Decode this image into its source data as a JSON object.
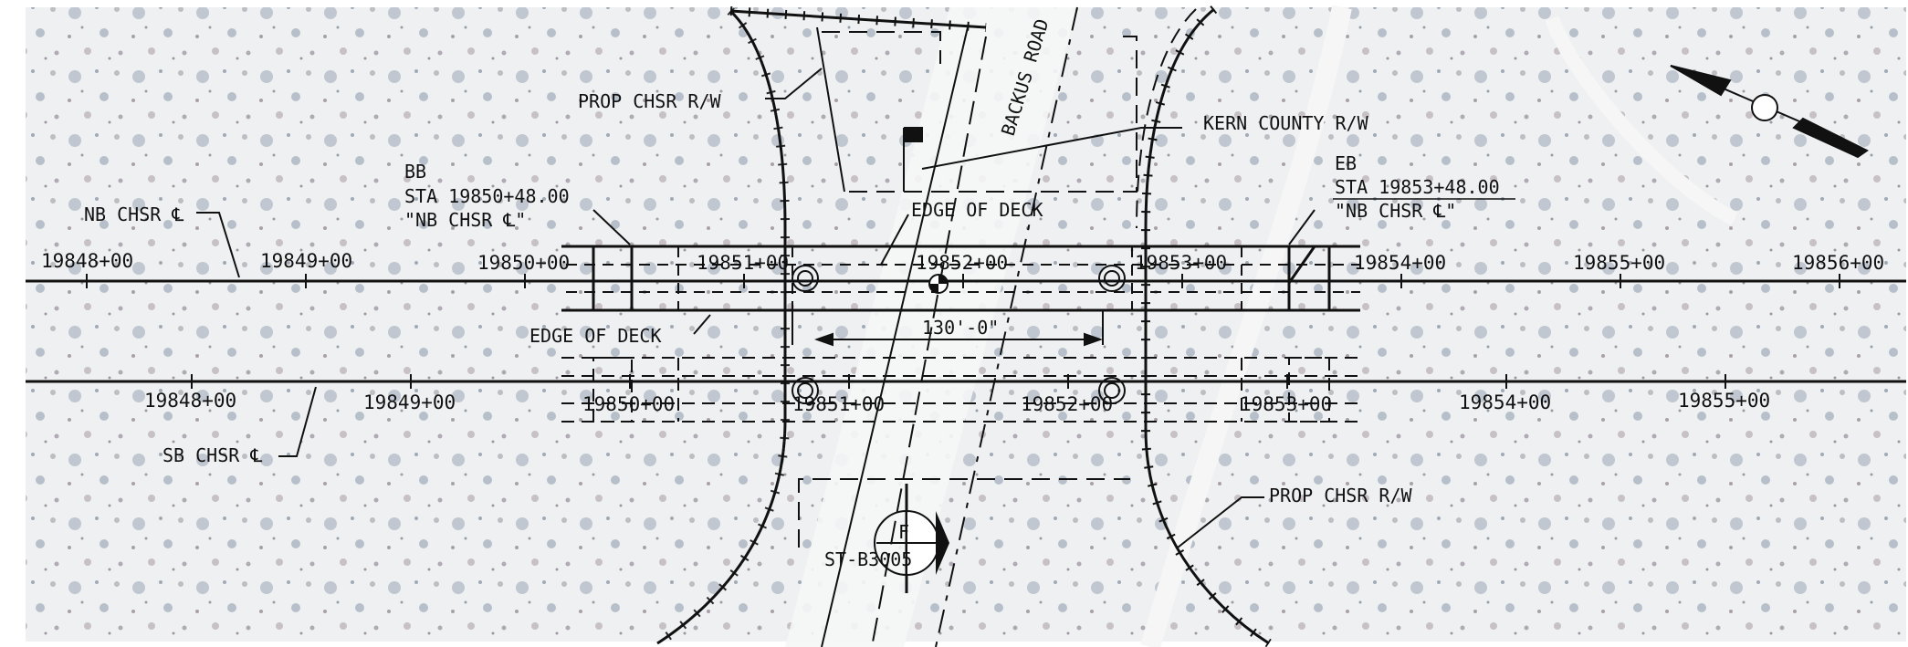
{
  "plan": {
    "backus_road": "BACKUS ROAD",
    "kern_county_rw": "KERN COUNTY R/W",
    "prop_chsr_rw_top": "PROP CHSR R/W",
    "prop_chsr_rw_bottom": "PROP CHSR R/W",
    "nb_label": "NB CHSR ℄",
    "sb_label": "SB CHSR ℄",
    "bb": {
      "line1": "BB",
      "line2": "STA 19850+48.00",
      "line3": "\"NB CHSR ℄\""
    },
    "eb": {
      "line1": "EB",
      "line2": "STA 19853+48.00",
      "line3": "\"NB CHSR ℄\""
    },
    "edge_of_deck_upper": "EDGE OF DECK",
    "edge_of_deck_left": "EDGE OF DECK",
    "span_dim": "130'-0\"",
    "section_letter": "F",
    "section_sheet": "ST-B3005",
    "nb_stations": [
      "19848+00",
      "19849+00",
      "19850+00",
      "19851+00",
      "19852+00",
      "19853+00",
      "19854+00",
      "19855+00",
      "19856+00"
    ],
    "sb_stations": [
      "19848+00",
      "19849+00",
      "19850+00",
      "19851+00",
      "19852+00",
      "19853+00",
      "19854+00",
      "19855+00"
    ]
  }
}
